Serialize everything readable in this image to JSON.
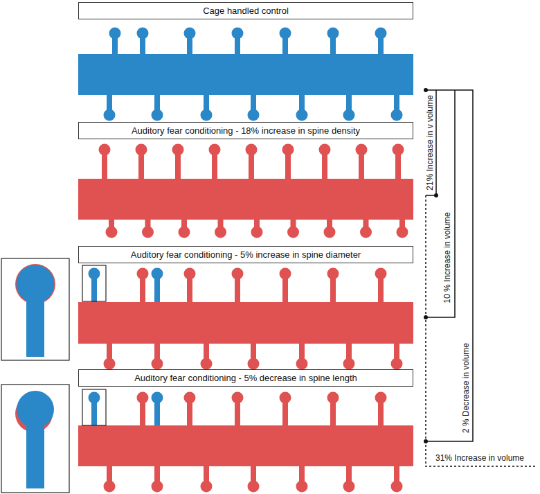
{
  "diagram": {
    "nodes": [
      {
        "text": [
          "Cage handled control"
        ]
      },
      {
        "text": [
          "Auditory fear conditioning - 18% increase in spine density"
        ]
      },
      {
        "text": [
          "Auditory fear conditioning - 5% increase in spine diameter"
        ]
      },
      {
        "text": [
          "Auditory fear conditioning - 5% decrease in spine length"
        ]
      }
    ],
    "labels": [
      "21% Increase in v volume",
      "10 % Increase in volume",
      "2 % Decrease in volume",
      "31% Increase in volume"
    ]
  }
}
